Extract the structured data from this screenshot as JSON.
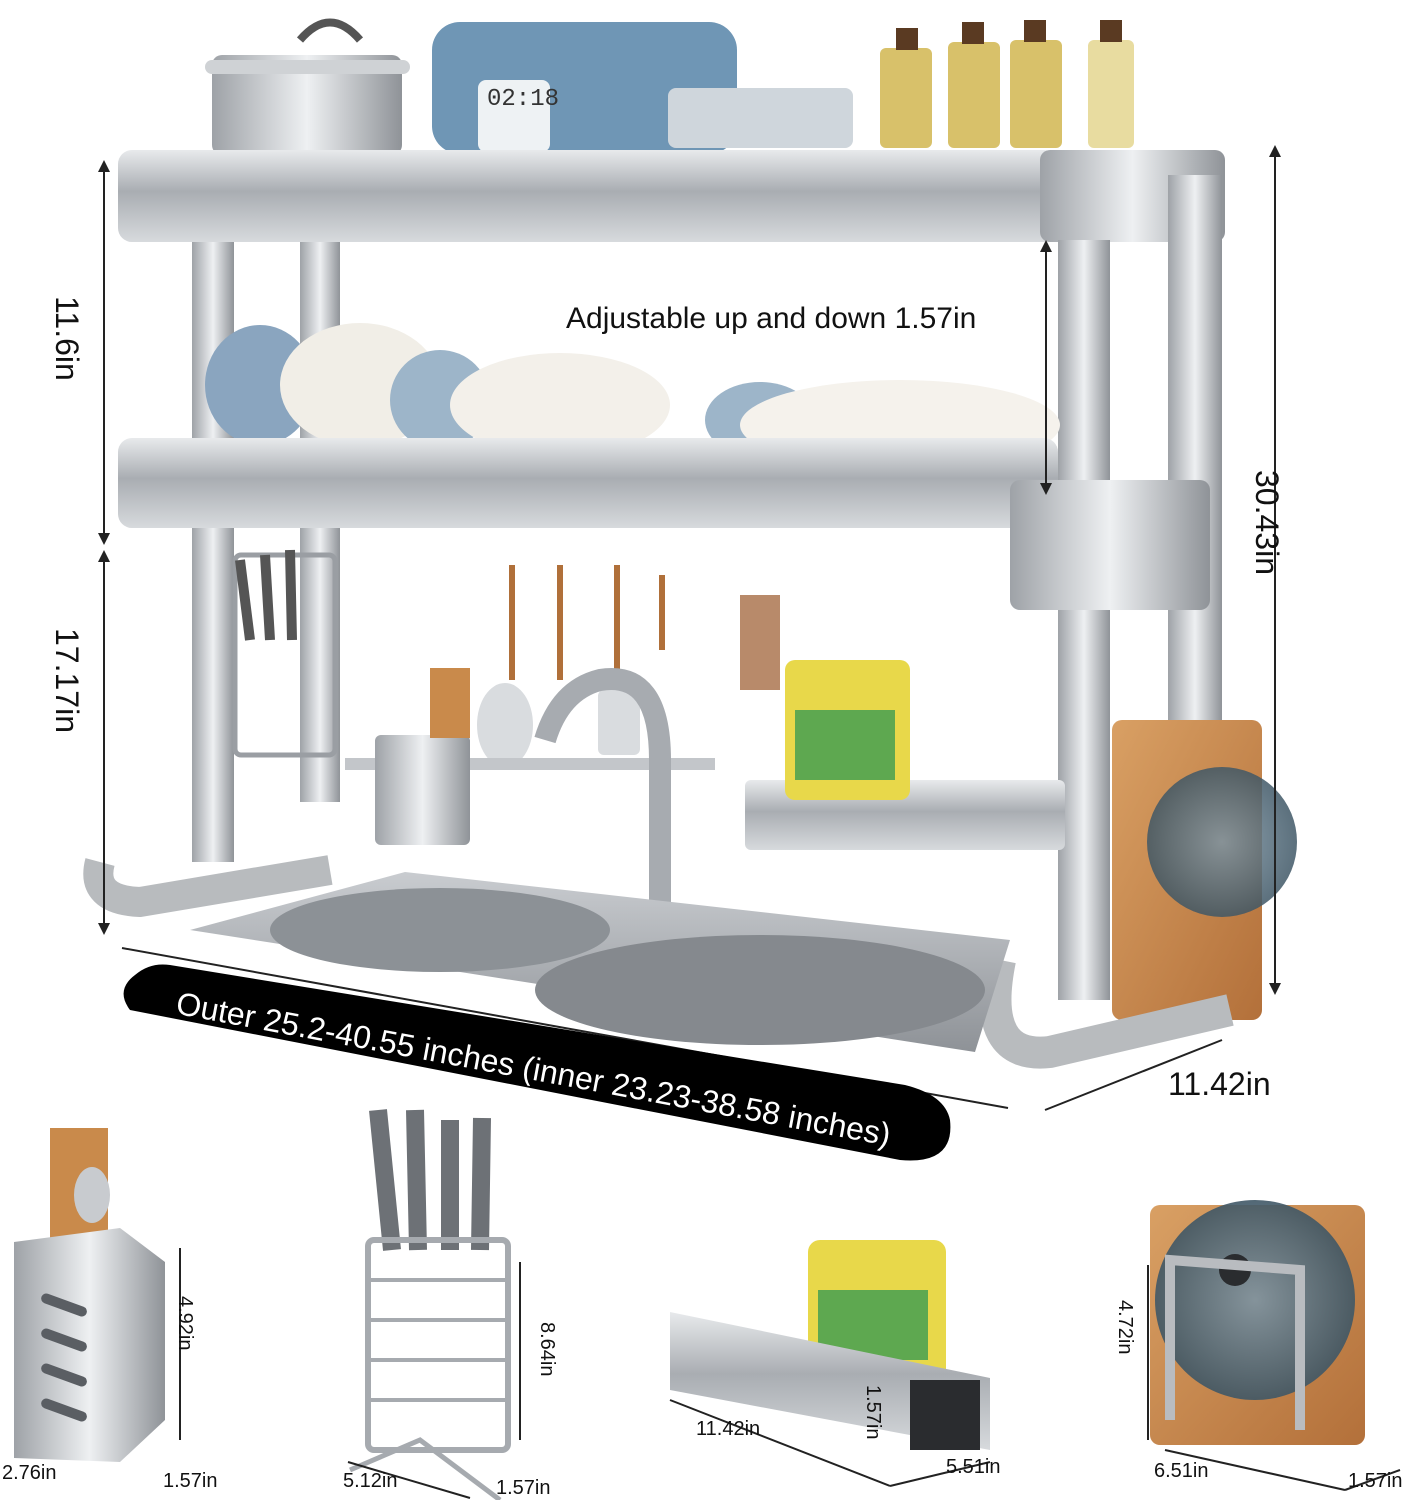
{
  "main": {
    "adjustable_note": "Adjustable up and down 1.57in",
    "upper_height": "11.6in",
    "lower_height": "17.17in",
    "total_height": "30.43in",
    "depth": "11.42in",
    "width_banner": "Outer 25.2-40.55 inches (inner 23.23-38.58 inches)",
    "timer_display": "02:18"
  },
  "accessories": [
    {
      "name": "utensil-holder",
      "height": "4.92in",
      "width": "2.76in",
      "depth": "1.57in"
    },
    {
      "name": "knife-holder",
      "height": "8.64in",
      "width": "5.12in",
      "depth": "1.57in"
    },
    {
      "name": "sponge-tray",
      "height": "1.57in",
      "width": "11.42in",
      "depth": "5.51in"
    },
    {
      "name": "lid-board-holder",
      "height": "4.72in",
      "width": "6.51in",
      "depth": "1.57in"
    }
  ],
  "colors": {
    "steel": "#b9bcc0",
    "steel_dark": "#6e7277",
    "wood": "#c98a4b",
    "banner": "#000000",
    "lid": "#4e6878"
  }
}
